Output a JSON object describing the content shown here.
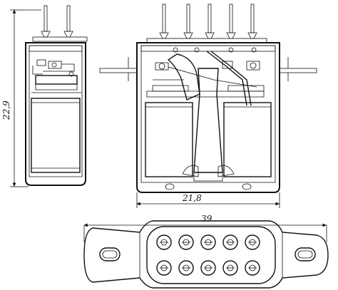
{
  "dimensions": {
    "height_label": "22,9",
    "width_label": "21,8",
    "length_label": "39"
  },
  "bottom_view": {
    "terminal_rows": 2,
    "terminals_per_row": 5
  }
}
